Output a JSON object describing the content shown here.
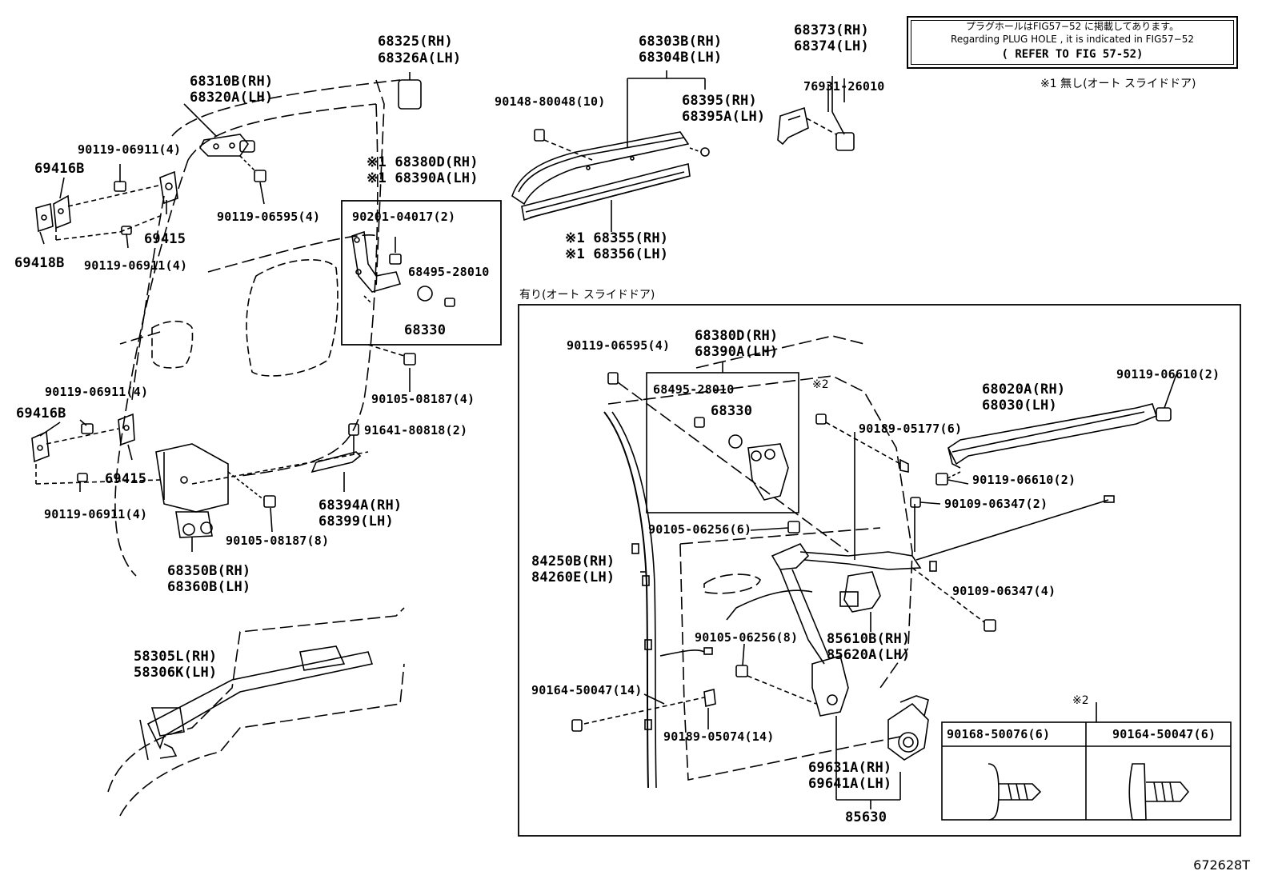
{
  "note": {
    "line1": "プラグホールはFIG57−52 に掲載してあります。",
    "line2": "Regarding PLUG HOLE , it is indicated in FIG57−52",
    "line3": "( REFER TO FIG 57-52)"
  },
  "remark1": "※1 無し(オート スライドドア)",
  "section_title": "有り(オート スライドドア)",
  "illustration_id": "672628T",
  "parts": {
    "p68325": "68325(RH)",
    "p68326": "68326A(LH)",
    "p68310": "68310B(RH)",
    "p68320": "68320A(LH)",
    "p90119_06911_a": "90119-06911(4)",
    "p69416_a": "69416B",
    "p90119_06595_a": "90119-06595(4)",
    "p69415_a": "69415",
    "p69418": "69418B",
    "p90119_06911_b": "90119-06911(4)",
    "p68380_top": "※1 68380D(RH)",
    "p68390_top": "※1 68390A(LH)",
    "p90201": "90201-04017(2)",
    "p68495_top": "68495-28010",
    "p68330_top": "68330",
    "p90105_08187_a": "90105-08187(4)",
    "p91641": "91641-80818(2)",
    "p90119_06911_c": "90119-06911(4)",
    "p69416_b": "69416B",
    "p69415_b": "69415",
    "p90119_06911_d": "90119-06911(4)",
    "p90105_08187_b": "90105-08187(8)",
    "p68394": "68394A(RH)",
    "p68399": "68399(LH)",
    "p68350": "68350B(RH)",
    "p68360": "68360B(LH)",
    "p58305": "58305L(RH)",
    "p58306": "58306K(LH)",
    "p68303": "68303B(RH)",
    "p68304": "68304B(LH)",
    "p90148": "90148-80048(10)",
    "p68395_rh": "68395(RH)",
    "p68395_lh": "68395A(LH)",
    "p68355": "※1 68355(RH)",
    "p68356": "※1 68356(LH)",
    "p68373": "68373(RH)",
    "p68374": "68374(LH)",
    "p76931": "76931-26010",
    "p68380_box": "68380D(RH)",
    "p68390_box": "68390A(LH)",
    "p90119_06595_b": "90119-06595(4)",
    "p68495_box": "68495-28010",
    "p68330_box": "68330",
    "mark2_a": "※2",
    "p90189_05177": "90189-05177(6)",
    "p68020": "68020A(RH)",
    "p68030": "68030(LH)",
    "p90119_06610_a": "90119-06610(2)",
    "p90119_06610_b": "90119-06610(2)",
    "p90109_06347_a": "90109-06347(2)",
    "p90105_06256_a": "90105-06256(6)",
    "p84250": "84250B(RH)",
    "p84260": "84260E(LH)",
    "p90109_06347_b": "90109-06347(4)",
    "p90105_06256_b": "90105-06256(8)",
    "p85610": "85610B(RH)",
    "p85620": "85620A(LH)",
    "p90164_a": "90164-50047(14)",
    "p90189_05074": "90189-05074(14)",
    "p69631": "69631A(RH)",
    "p69641": "69641A(LH)",
    "p85630": "85630",
    "mark2_b": "※2",
    "p90168_tbl": "90168-50076(6)",
    "p90164_tbl": "90164-50047(6)"
  }
}
